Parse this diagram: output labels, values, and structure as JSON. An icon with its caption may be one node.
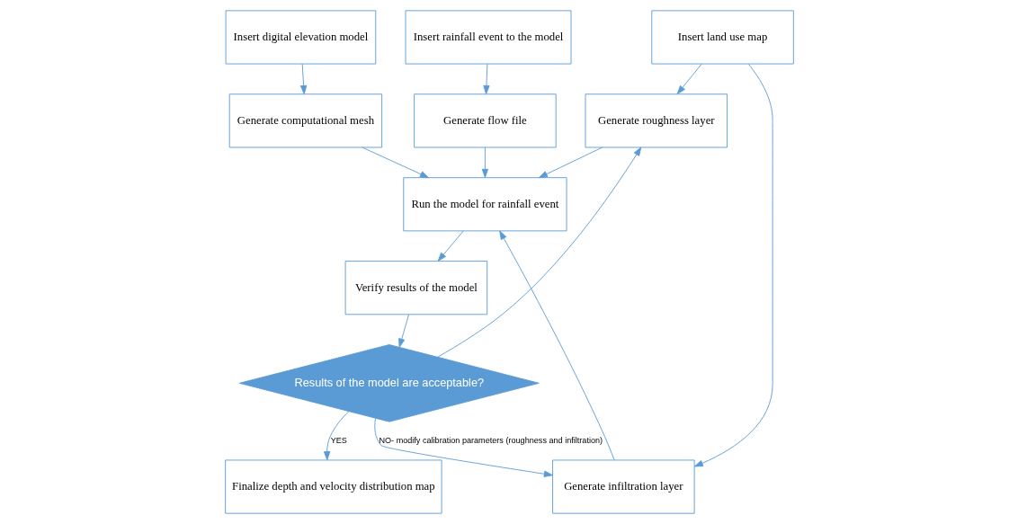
{
  "diagram": {
    "nodes": [
      {
        "text": [
          "Insert land use map"
        ]
      },
      {
        "text": [
          "Insert digital elevation model"
        ]
      },
      {
        "text": [
          "Insert rainfall event to the model"
        ]
      },
      {
        "text": [
          "Generate computational mesh"
        ]
      },
      {
        "text": [
          "Generate flow file"
        ]
      },
      {
        "text": [
          "Generate roughness layer"
        ]
      },
      {
        "text": [
          "Run the model for rainfall event"
        ]
      },
      {
        "text": [
          "Verify results of the model"
        ]
      },
      {
        "text": [
          "Generate infiltration layer"
        ]
      },
      {
        "text": [
          "Results of the model are acceptable?"
        ]
      },
      {
        "text": [
          "Finalize depth and velocity distribution map"
        ]
      }
    ],
    "edges": [
      {
        "from": 0,
        "to": 5,
        "arrow": "to"
      },
      {
        "from": 0,
        "to": 8,
        "arrow": "to"
      },
      {
        "from": 1,
        "to": 3,
        "arrow": "to"
      },
      {
        "from": 2,
        "to": 4,
        "arrow": "to"
      },
      {
        "from": 3,
        "to": 6,
        "arrow": "to"
      },
      {
        "from": 4,
        "to": 6,
        "arrow": "to"
      },
      {
        "from": 5,
        "to": 6,
        "arrow": "to"
      },
      {
        "from": 8,
        "to": 6,
        "arrow": "to"
      },
      {
        "from": 6,
        "to": 7,
        "arrow": "to"
      },
      {
        "from": 7,
        "to": 9,
        "arrow": "to"
      },
      {
        "from": 9,
        "to": 8,
        "arrow": "to",
        "label": "NO- modify calibration parameters (roughness and infiltration)"
      },
      {
        "from": 9,
        "to": 5,
        "arrow": "to"
      },
      {
        "from": 9,
        "to": 10,
        "arrow": "to",
        "label": "YES"
      }
    ]
  }
}
